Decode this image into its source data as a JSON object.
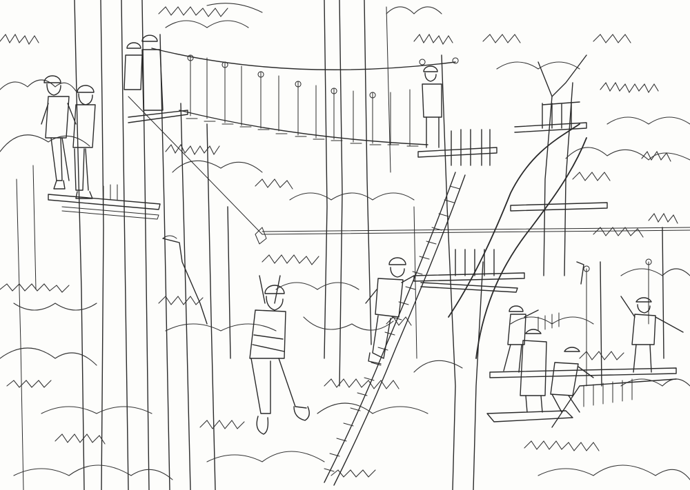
{
  "scene": {
    "kind": "pencil-line-drawing",
    "subject": "treetop-adventure-ropes-course",
    "people_count": 11,
    "colors": {
      "paper": "#fdfdfb",
      "pencil": "#2a2a2a"
    }
  }
}
